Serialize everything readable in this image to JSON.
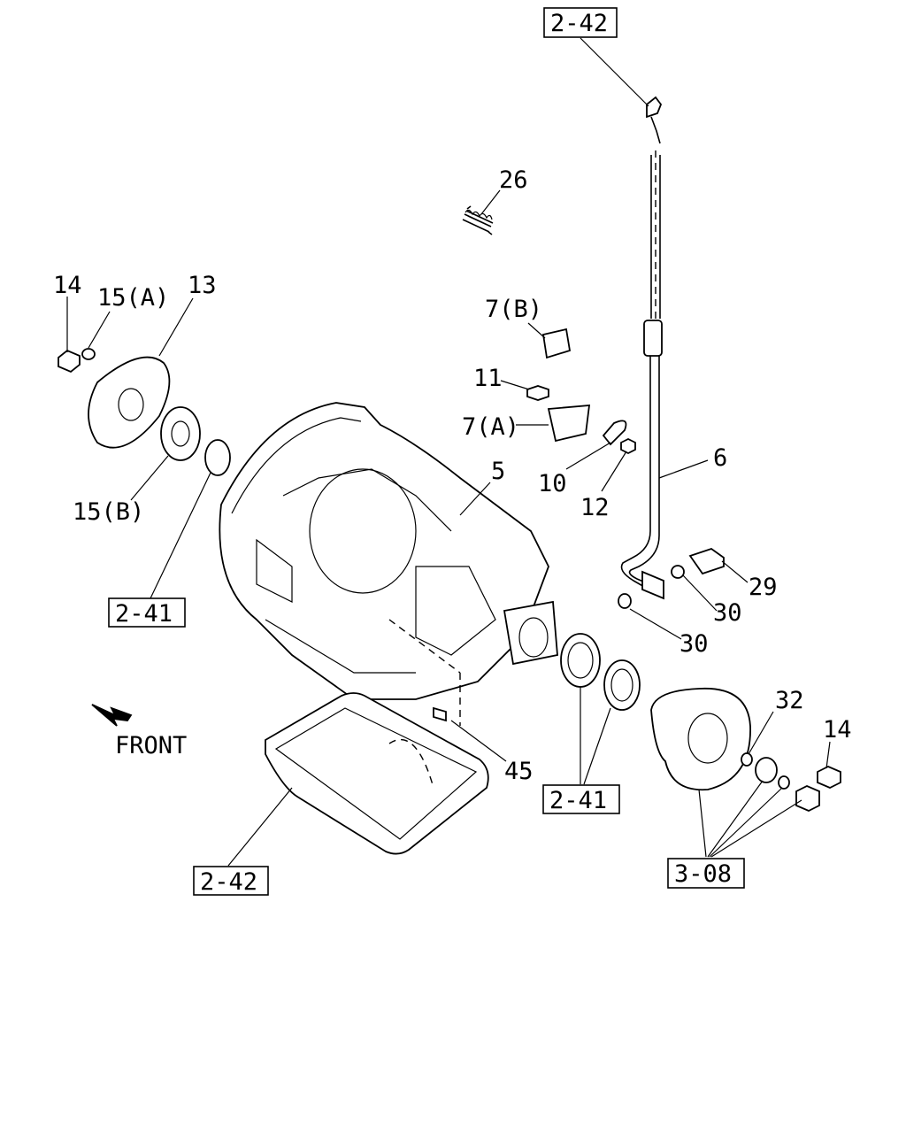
{
  "diagram": {
    "ref_top": "2-42",
    "ref_pan": "2-42",
    "ref_seal_left": "2-41",
    "ref_seal_right": "2-41",
    "ref_flange": "3-08",
    "front_label": "FRONT",
    "callouts": {
      "c26": "26",
      "c14_left": "14",
      "c15a": "15(A)",
      "c13": "13",
      "c15b": "15(B)",
      "c7b": "7(B)",
      "c11": "11",
      "c7a": "7(A)",
      "c10": "10",
      "c12": "12",
      "c5": "5",
      "c6": "6",
      "c29": "29",
      "c30_upper": "30",
      "c30_lower": "30",
      "c45": "45",
      "c32": "32",
      "c14_right": "14"
    }
  }
}
